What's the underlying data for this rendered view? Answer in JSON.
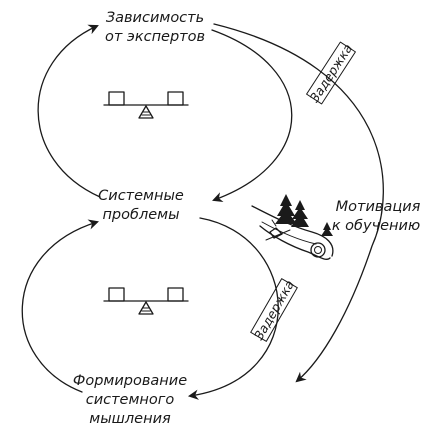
{
  "nodes": {
    "expert_dependence": [
      "Зависимость",
      "от экспертов"
    ],
    "system_problems": [
      "Системные",
      "проблемы"
    ],
    "systems_thinking": [
      "Формирование",
      "системного",
      "мышления"
    ],
    "learning_motivation": [
      "Мотивация",
      "к обучению"
    ]
  },
  "delays": {
    "upper": "Задержка",
    "lower": "Задержка"
  },
  "icons": {
    "upper_loop": "balance-scale-icon",
    "lower_loop": "balance-scale-icon",
    "motivation": "skier-on-slope-icon"
  },
  "colors": {
    "ink": "#1a1a1a",
    "background": "#ffffff"
  }
}
